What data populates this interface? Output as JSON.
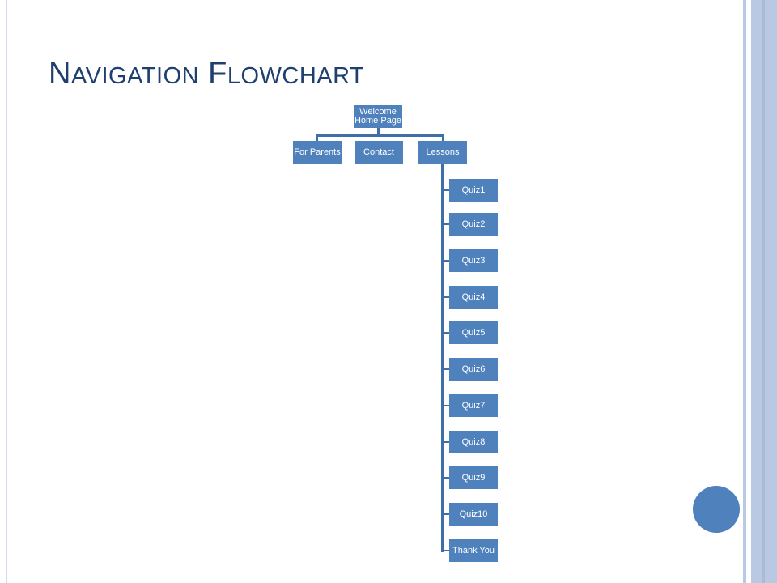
{
  "title": {
    "first_cap": "N",
    "first_rest": "AVIGATION",
    "second_cap": "F",
    "second_rest": "LOWCHART"
  },
  "flowchart": {
    "root": "Welcome Home Page",
    "level1": [
      "For Parents",
      "Contact",
      "Lessons"
    ],
    "lessons_children": [
      "Quiz1",
      "Quiz2",
      "Quiz3",
      "Quiz4",
      "Quiz5",
      "Quiz6",
      "Quiz7",
      "Quiz8",
      "Quiz9",
      "Quiz10",
      "Thank You"
    ]
  },
  "colors": {
    "accent": "#4f81bd",
    "title": "#1f3f6e",
    "border": "#b9c9e3"
  }
}
